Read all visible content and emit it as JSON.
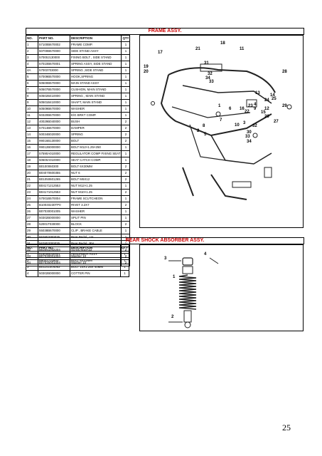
{
  "frame": {
    "title": "FRAME ASSY.",
    "headers": [
      "NO.",
      "PART NO.",
      "DESCRIPTION",
      "QTY"
    ],
    "rows": [
      [
        "1",
        "57100B670002",
        "FRAME COMP.",
        "1"
      ],
      [
        "2",
        "50700B570000",
        "SIDE STAND ASSY",
        "1"
      ],
      [
        "3",
        "57000J130000",
        "FIXING BOLT , SIDE STAND",
        "1"
      ],
      [
        "4",
        "57010B670001",
        "SPRING ASSY, SIDE STAND",
        "1"
      ],
      [
        "4A",
        "57003703000",
        "SPRING ,SIDE STAND",
        "1"
      ],
      [
        "5",
        "57009B570000",
        "HOOK,SPRING",
        "1"
      ],
      [
        "6",
        "50500B570000",
        "MAIN STAND ASSY",
        "1"
      ],
      [
        "7",
        "50507B570000",
        "CUSHION, MAIN STAND",
        "1"
      ],
      [
        "8",
        "50502B410000",
        "SPRING , MAIN STAND",
        "1"
      ],
      [
        "9",
        "50501B410000",
        "SHAFT, MAIN STAND",
        "1"
      ],
      [
        "10",
        "50509B670000",
        "WASHER",
        "1"
      ],
      [
        "11",
        "50320B670000",
        "E/G BRKT COMP.",
        "1"
      ],
      [
        "12",
        "40029B040000",
        "BUSH",
        "2"
      ],
      [
        "13",
        "57014B670000",
        "DAMPER",
        "2"
      ],
      [
        "14",
        "50034B020000",
        "SPRING",
        "2"
      ],
      [
        "15",
        "99016B130000",
        "BOLT",
        "2"
      ],
      [
        "16",
        "99012B000000",
        "BOLT M12×1.25×250",
        "1"
      ],
      [
        "17",
        "57590A010000",
        "REGULATOR COMP FIXING SEAT",
        "1"
      ],
      [
        "18",
        "50600A010000",
        "SEAT CATCH COMP.",
        "1"
      ],
      [
        "19",
        "B0100060300",
        "BOLT 6X30MM",
        "2"
      ],
      [
        "20",
        "B04070600355",
        "NUT 6",
        "2"
      ],
      [
        "21",
        "B01050601265",
        "BOLT M6X12",
        "2"
      ],
      [
        "22",
        "B04171212553",
        "NUT M12×1.25",
        "1"
      ],
      [
        "23",
        "B04171012553",
        "NUT M10×1.25",
        "2"
      ],
      [
        "24",
        "57001B570004",
        "FRAME SCUTCHEON",
        "1"
      ],
      [
        "25",
        "B10040230TP0",
        "RIVET 3.2X7",
        "2"
      ],
      [
        "26",
        "B07030001005",
        "WASHER",
        "1"
      ],
      [
        "27",
        "50302B000000",
        "SPLIT PIN",
        "1"
      ],
      [
        "28",
        "52001T030000",
        "BLOCK",
        "2"
      ],
      [
        "29",
        "55038B670000",
        "CLIP , BRAKE CABLE",
        "1"
      ],
      [
        "30",
        "56280J000035",
        "Rear Pedal , LH",
        "1"
      ],
      [
        "31",
        "56280J000035",
        "Rear Pedal , RH",
        "1"
      ],
      [
        "32",
        "B02051002204",
        "Screw M10×22",
        "2"
      ],
      [
        "33",
        "B07030001004",
        "Washer 10",
        "2"
      ],
      [
        "34",
        "B07030001004",
        "Washer 10",
        "2"
      ]
    ],
    "callouts": [
      "17",
      "21",
      "18",
      "11",
      "19",
      "20",
      "31",
      "28",
      "32",
      "34",
      "33",
      "10",
      "13",
      "14",
      "24",
      "25",
      "23",
      "22",
      "29",
      "6",
      "16",
      "9",
      "12",
      "15",
      "26",
      "7",
      "2",
      "8",
      "5",
      "3",
      "27",
      "30",
      "33",
      "34",
      "32",
      "4",
      "1"
    ]
  },
  "shock": {
    "title": "REAR SHOCK ABSORBER ASSY.",
    "headers": [
      "NO.",
      "PART NO.",
      "DESCRIPTION",
      "QTY"
    ],
    "rows": [
      [
        "1",
        "61800B030001",
        "ABSORBER ASSY.",
        "1"
      ],
      [
        "2",
        "B9002702800",
        "BOLT 8X31MM",
        "1"
      ],
      [
        "3",
        "B01141004063",
        "BOLT 10X1.25X 40MM",
        "1"
      ],
      [
        "4",
        "50302B000000",
        "COTTER PIN",
        "1"
      ]
    ],
    "callouts": [
      "3",
      "4",
      "1",
      "2"
    ]
  },
  "page_number": "25"
}
